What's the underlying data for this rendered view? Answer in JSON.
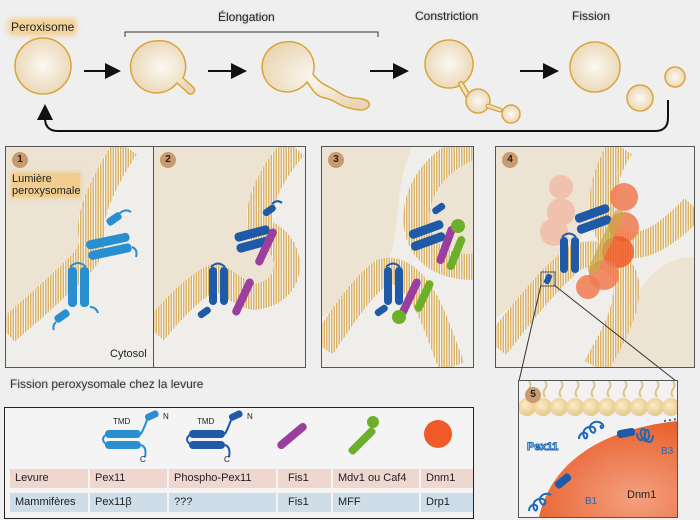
{
  "top_row": {
    "peroxisome_label": "Peroxisome",
    "elongation_label": "Élongation",
    "constriction_label": "Constriction",
    "fission_label": "Fission"
  },
  "panels": [
    {
      "number": "1",
      "lumen_label": "Lumière peroxysomale",
      "lumen_line1": "Lumière",
      "lumen_line2": "peroxysomale",
      "cytosol_label": "Cytosol"
    },
    {
      "number": "2"
    },
    {
      "number": "3"
    },
    {
      "number": "4"
    }
  ],
  "zoom_panel": {
    "number": "5",
    "pex11_label": "Pex11",
    "b1_label": "B1",
    "b3_label": "B3",
    "dnm1_label": "Dnm1"
  },
  "table": {
    "title": "Fission peroxysomale chez la levure",
    "legend": {
      "tmd_label": "TMD",
      "n_label": "N",
      "c_label": "C"
    },
    "rows": [
      {
        "organism": "Levure",
        "cells": [
          "Pex11",
          "Phospho-Pex11",
          "Fis1",
          "Mdv1 ou Caf4",
          "Dnm1"
        ]
      },
      {
        "organism": "Mammifères",
        "cells": [
          "Pex11β",
          "???",
          "Fis1",
          "MFF",
          "Drp1"
        ]
      }
    ]
  },
  "colors": {
    "membrane": "#d9b36a",
    "lumen": "#ece3d2",
    "pex11": "#2a8fd0",
    "phospho_pex11": "#1e5aa8",
    "fis1": "#9a3fa0",
    "mdv1": "#6cb02a",
    "dnm1": "#f05a28"
  }
}
